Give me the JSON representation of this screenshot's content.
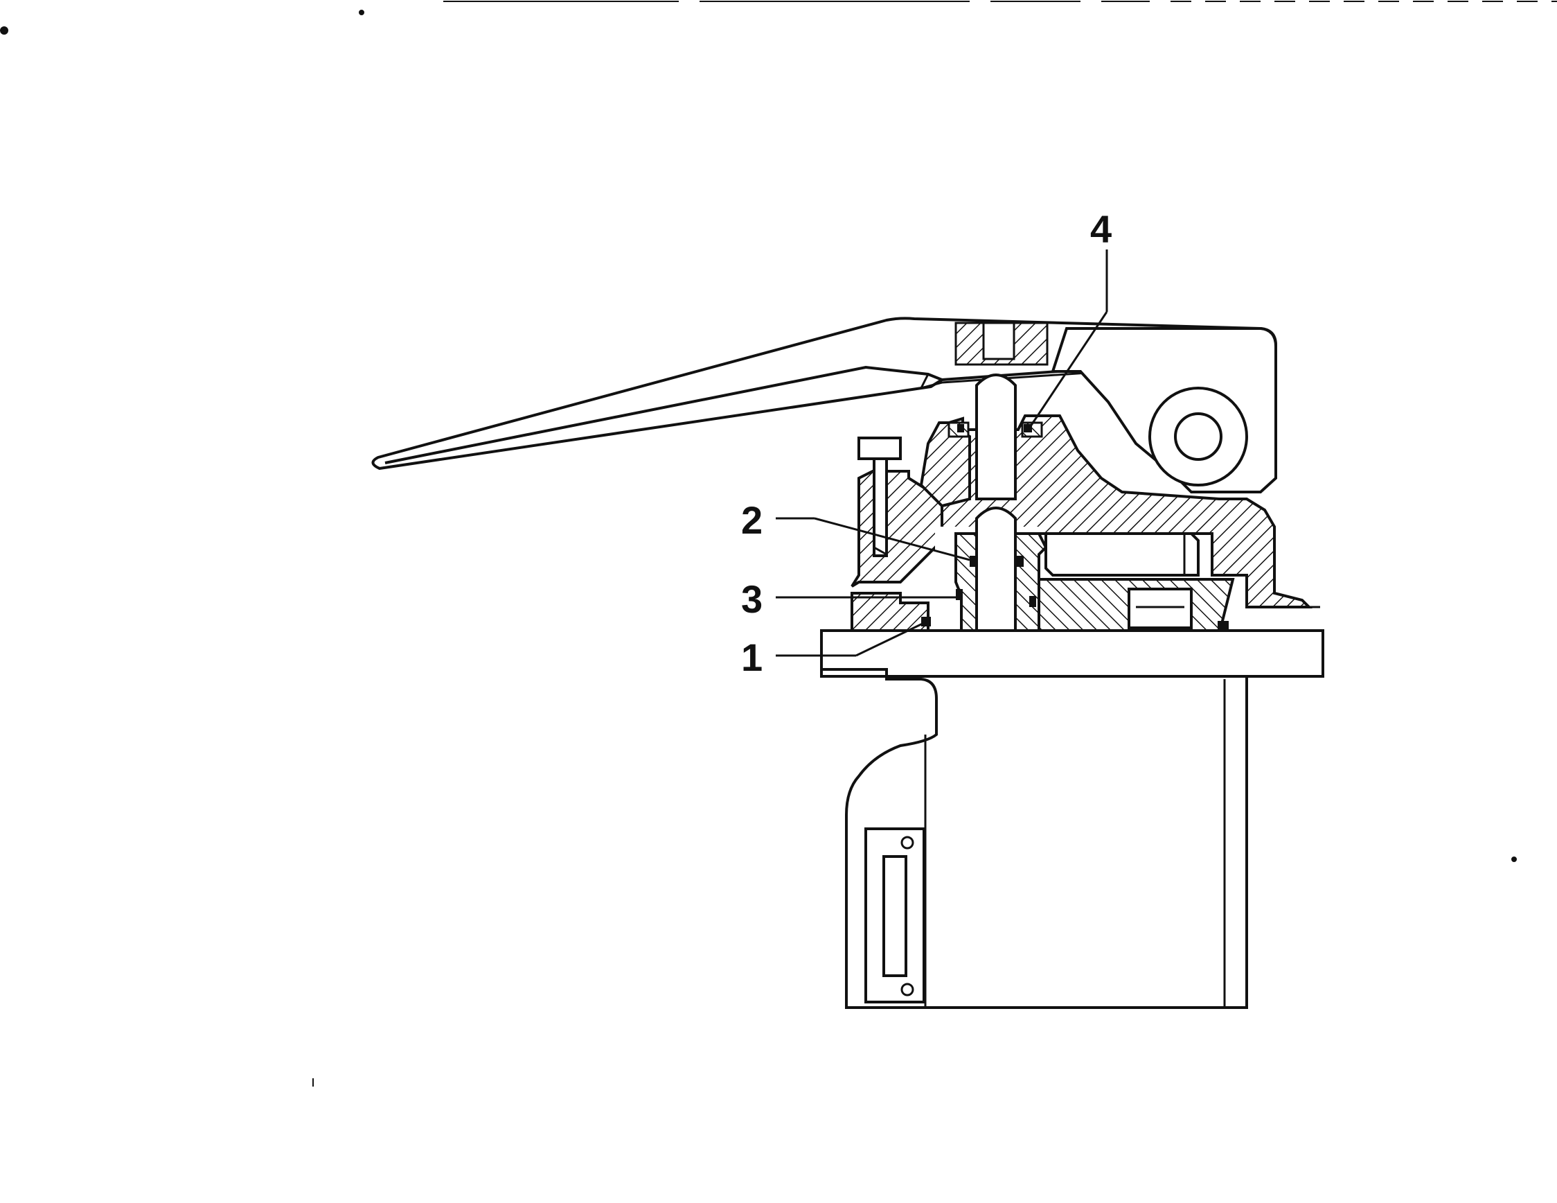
{
  "figure": {
    "callouts": [
      {
        "id": "callout-1",
        "label": "1"
      },
      {
        "id": "callout-2",
        "label": "2"
      },
      {
        "id": "callout-3",
        "label": "3"
      },
      {
        "id": "callout-4",
        "label": "4"
      }
    ]
  },
  "colors": {
    "ink": "#111111",
    "paper": "#ffffff"
  }
}
